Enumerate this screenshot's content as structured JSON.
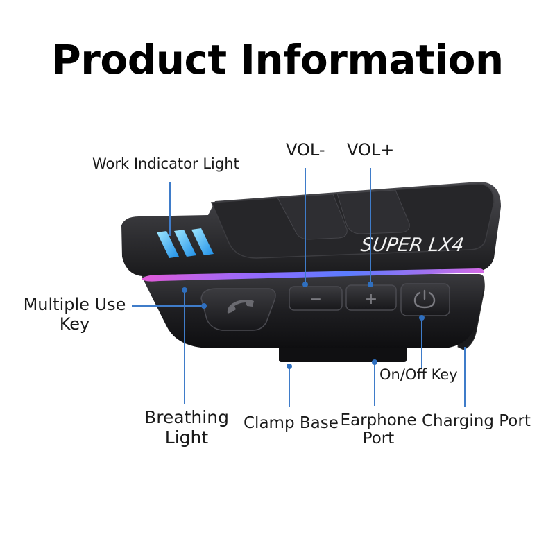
{
  "title": "Product Information",
  "brand_text": "SUPER LX4",
  "labels": {
    "work_indicator": "Work Indicator Light",
    "vol_minus": "VOL-",
    "vol_plus": "VOL+",
    "multiple_use_line1": "Multiple Use",
    "multiple_use_line2": "Key",
    "breathing_line1": "Breathing",
    "breathing_line2": "Light",
    "clamp_base": "Clamp Base",
    "earphone_line1": "Earphone",
    "earphone_line2": "Port",
    "charging_port": "Charging Port",
    "on_off_key": "On/Off Key"
  },
  "buttons": {
    "minus_symbol": "−",
    "plus_symbol": "+"
  },
  "colors": {
    "callout": "#3f7cc9",
    "indicator_blue": "#38b8ff",
    "rgb_strip_pink": "#e25bd9",
    "rgb_strip_blue": "#5a7cff",
    "device_body": "#1c1c1e"
  },
  "icons": {
    "multi_key": "phone-handset-icon",
    "power_key": "power-icon"
  }
}
